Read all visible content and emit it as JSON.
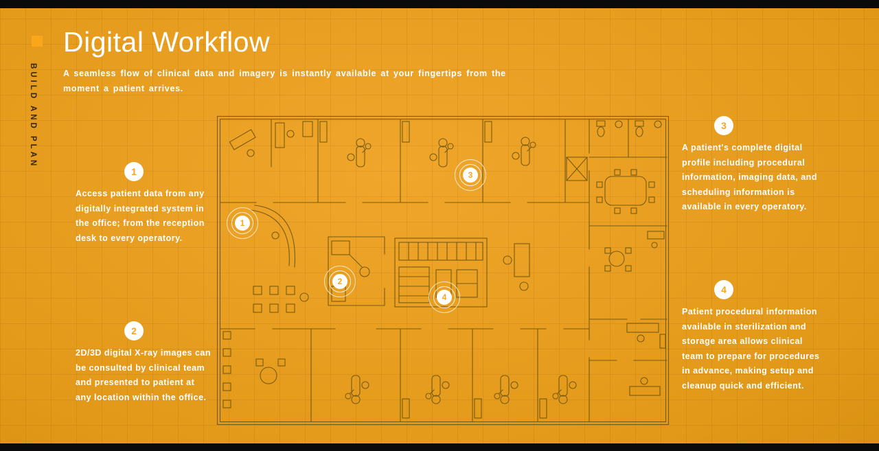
{
  "colors": {
    "accent": "#F9A61A",
    "bg-light": "#F0A62B",
    "bg-mid": "#E29818",
    "bg-dark": "#C9840B",
    "plan-line": "#6E5610",
    "bar": "#0A0A0A",
    "text-light": "#FFFFFF",
    "side-label-color": "#33270A"
  },
  "header": {
    "title": "Digital Workflow",
    "subtitle": "A seamless flow of clinical data and imagery is instantly available at your fingertips from the moment a patient arrives.",
    "side_label": "BUILD AND PLAN"
  },
  "callouts": [
    {
      "number": "1",
      "text": "Access patient data from any digitally integrated system in the office; from the reception desk to every operatory."
    },
    {
      "number": "2",
      "text": "2D/3D digital X-ray images can be consulted by clinical team and presented to patient at any location within the office."
    },
    {
      "number": "3",
      "text": "A patient's complete digital profile including procedural information, imaging data, and scheduling information is available in every operatory."
    },
    {
      "number": "4",
      "text": "Patient procedural information available in sterilization and storage area allows clinical team to prepare for procedures in advance, making setup and cleanup quick and efficient."
    }
  ],
  "plan_markers": [
    {
      "number": "1"
    },
    {
      "number": "2"
    },
    {
      "number": "3"
    },
    {
      "number": "4"
    }
  ]
}
